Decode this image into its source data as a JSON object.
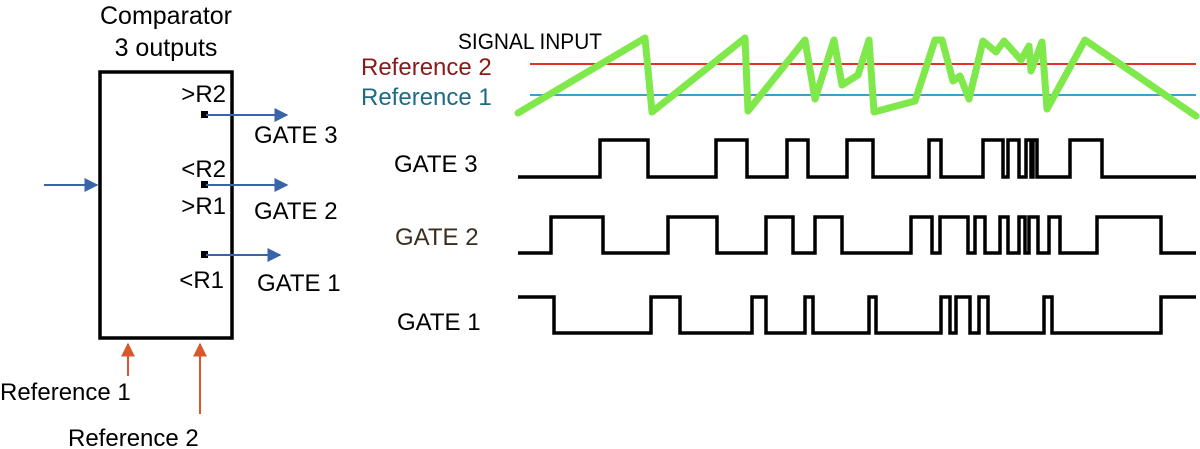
{
  "comparator": {
    "title_line1": "Comparator",
    "title_line2": "3 outputs",
    "port_r2_high": ">R2",
    "port_r2_low": "<R2",
    "port_r1_high": ">R1",
    "port_r1_low": "<R1",
    "gate3_label": "GATE 3",
    "gate2_label": "GATE 2",
    "gate1_label": "GATE 1",
    "ref1_label": "Reference 1",
    "ref2_label": "Reference 2"
  },
  "timing": {
    "signal_label": "SIGNAL INPUT",
    "ref2_label": "Reference 2",
    "ref1_label": "Reference 1",
    "gate3_label": "GATE 3",
    "gate2_label": "GATE 2",
    "gate1_label": "GATE 1"
  },
  "colors": {
    "signal": "#7fe84a",
    "reference2": "#e3322a",
    "reference1": "#3aa0d0",
    "ref2_text": "#8b1a1a",
    "ref1_text": "#1e6a85",
    "gate2_text": "#3a2e1f",
    "arrow_blue": "#3a64a8",
    "arrow_orange": "#d9572a",
    "line": "#000000"
  }
}
